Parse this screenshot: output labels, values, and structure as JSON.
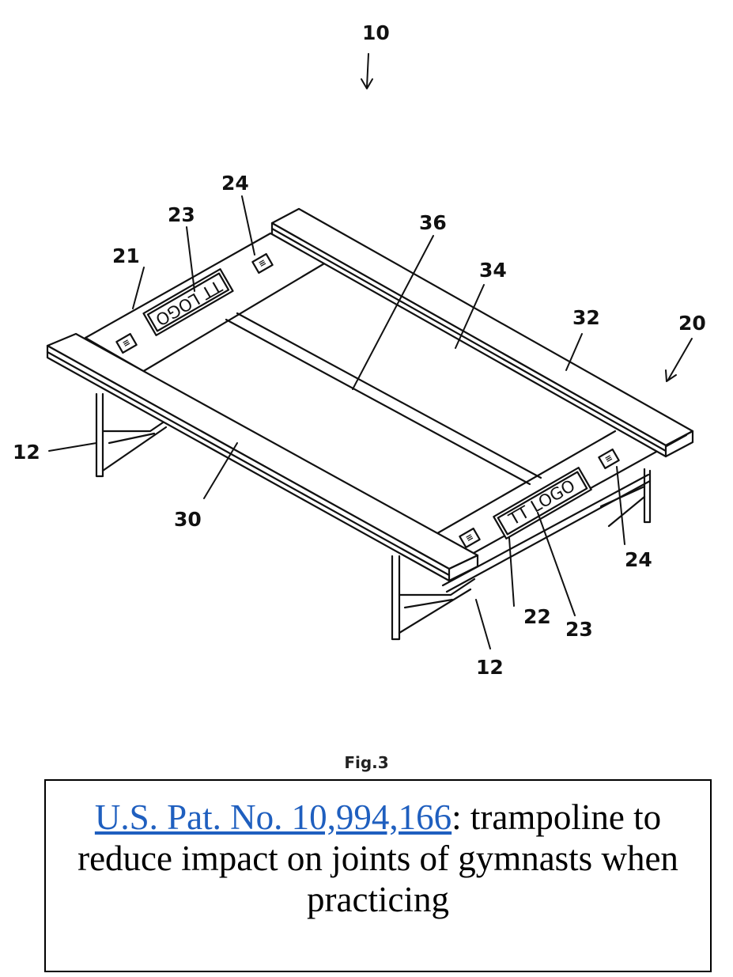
{
  "figure": {
    "label": "Fig.3",
    "reference_numerals": {
      "assembly": "10",
      "frame": "20",
      "end_panel_top": "21",
      "end_panel_bottom": "22",
      "logo_top": "23",
      "logo_bottom": "23",
      "marker_top": "24",
      "marker_bottom": "24",
      "rail_front": "30",
      "rail_back": "32",
      "mat": "34",
      "seam": "36",
      "leg_left": "12",
      "leg_bottom": "12"
    },
    "logo_text": "TT LOGO",
    "marker_text": "≡"
  },
  "caption": {
    "link_text": "U.S. Pat. No. 10,994,166",
    "text": ": trampoline to reduce impact on joints of gymnasts when practicing"
  }
}
